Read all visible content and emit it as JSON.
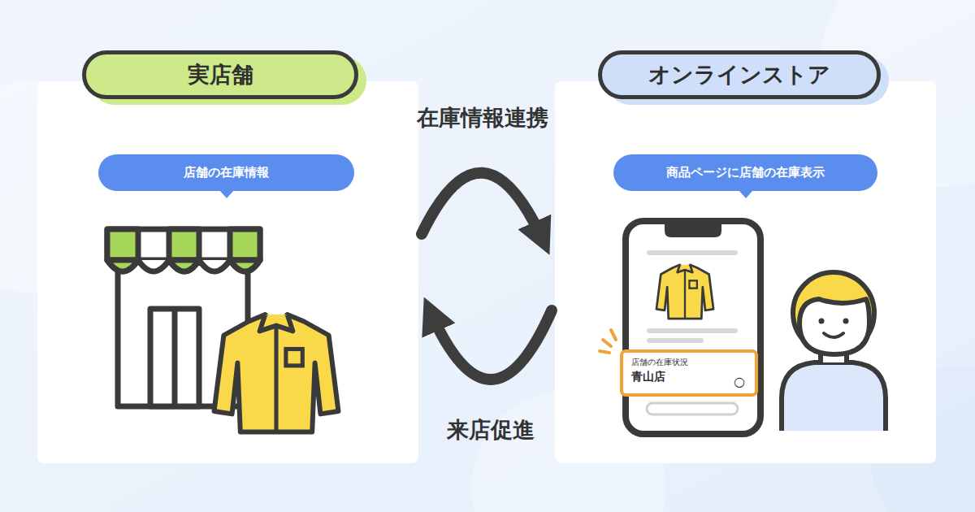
{
  "diagram": {
    "nodes": [
      {
        "text": [
          "実店舗"
        ]
      },
      {
        "text": [
          "店舗の在庫情報"
        ],
        "in": 0
      },
      {
        "text": [
          "オンラインストア"
        ]
      },
      {
        "text": [
          "商品ページに店舗の在庫表示"
        ],
        "in": 2
      },
      {
        "text": [
          "店舗の在庫状況",
          "青山店"
        ],
        "in": 2
      }
    ],
    "edges": [
      {
        "from": 0,
        "to": 2,
        "arrow": "to",
        "label": "在庫情報連携"
      },
      {
        "from": 2,
        "to": 0,
        "arrow": "to",
        "label": "来店促進"
      }
    ],
    "labels": [
      "○"
    ]
  }
}
